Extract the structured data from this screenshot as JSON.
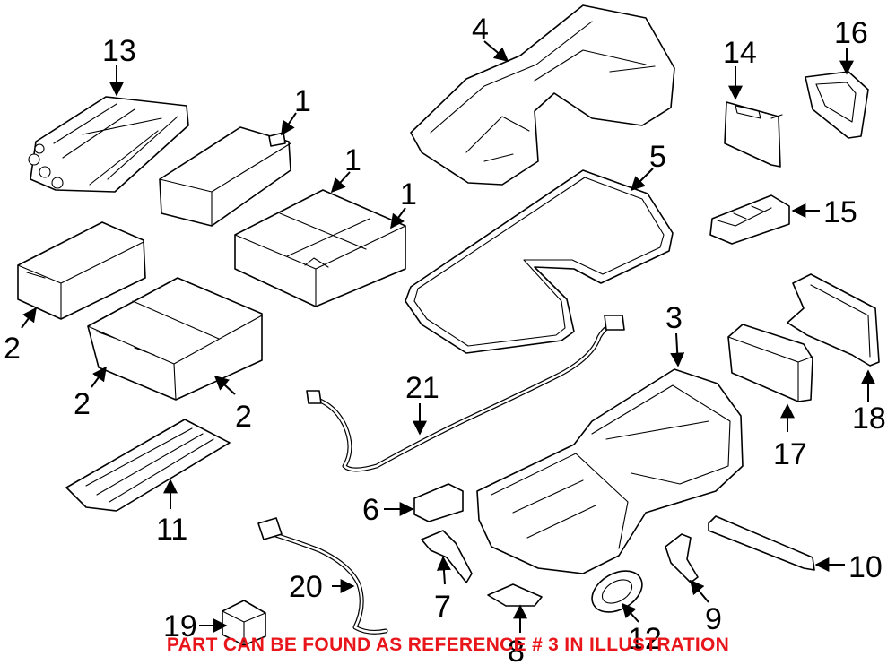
{
  "callouts": [
    {
      "id": "c13a",
      "text": "13"
    },
    {
      "id": "c1a",
      "text": "1"
    },
    {
      "id": "c1b",
      "text": "1"
    },
    {
      "id": "c1c",
      "text": "1"
    },
    {
      "id": "c4",
      "text": "4"
    },
    {
      "id": "c14",
      "text": "14"
    },
    {
      "id": "c16",
      "text": "16"
    },
    {
      "id": "c5",
      "text": "5"
    },
    {
      "id": "c15",
      "text": "15"
    },
    {
      "id": "c2a",
      "text": "2"
    },
    {
      "id": "c2b",
      "text": "2"
    },
    {
      "id": "c2c",
      "text": "2"
    },
    {
      "id": "c3",
      "text": "3"
    },
    {
      "id": "c21",
      "text": "21"
    },
    {
      "id": "c18",
      "text": "18"
    },
    {
      "id": "c17",
      "text": "17"
    },
    {
      "id": "c11",
      "text": "11"
    },
    {
      "id": "c6",
      "text": "6"
    },
    {
      "id": "c10",
      "text": "10"
    },
    {
      "id": "c20",
      "text": "20"
    },
    {
      "id": "c7",
      "text": "7"
    },
    {
      "id": "c9",
      "text": "9"
    },
    {
      "id": "c12",
      "text": "12"
    },
    {
      "id": "c19",
      "text": "19"
    },
    {
      "id": "c8",
      "text": "8"
    }
  ],
  "footer_note": "PART CAN BE FOUND AS REFERENCE # 3 IN ILLUSTRATION",
  "colors": {
    "line": "#000000",
    "note": "#e8151b",
    "background": "#ffffff"
  }
}
